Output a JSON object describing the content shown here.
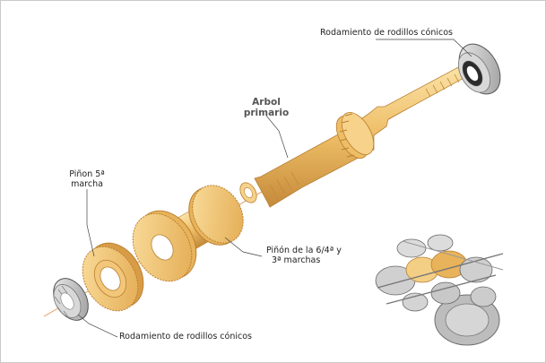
{
  "labels": {
    "bearing_top": "Rodamiento de rodillos cónicos",
    "shaft_line1": "Arbol",
    "shaft_line2": "primario",
    "pinion5_line1": "Piñon 5ª",
    "pinion5_line2": "marcha",
    "pinion64_line1": "Piñón de la 6/4ª y",
    "pinion64_line2": "3ª marchas",
    "bearing_bottom": "Rodamiento de rodillos cónicos"
  },
  "icons": {
    "bearing_top": "tapered-roller-bearing-icon",
    "shaft": "primary-shaft-icon",
    "pinion5": "fifth-gear-pinion-icon",
    "pinion64": "sixth-fourth-third-gear-pinion-icon",
    "bearing_bottom": "tapered-roller-bearing-icon",
    "gearbox": "gearbox-assembly-icon"
  },
  "colors": {
    "gold_light": "#f6d28a",
    "gold_mid": "#e8b35a",
    "gold_dark": "#b98032",
    "steel_light": "#e4e4e4",
    "steel_dark": "#8a8a8a",
    "axis_line": "#e39a5a",
    "leader_line": "#444444"
  }
}
